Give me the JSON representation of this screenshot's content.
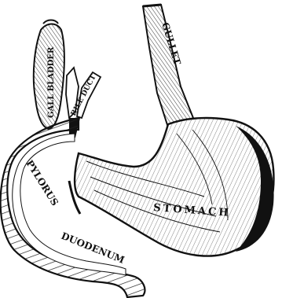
{
  "labels": {
    "gall_bladder": "GALL BLADDER",
    "bile_duct": "BILE DUCT",
    "gullet": "GULLET",
    "stomach": "STOMACH",
    "pylorus": "PYLORUS",
    "duodenum": "DUODENUM"
  },
  "colors": {
    "ink": "#111111",
    "paper": "#ffffff"
  }
}
